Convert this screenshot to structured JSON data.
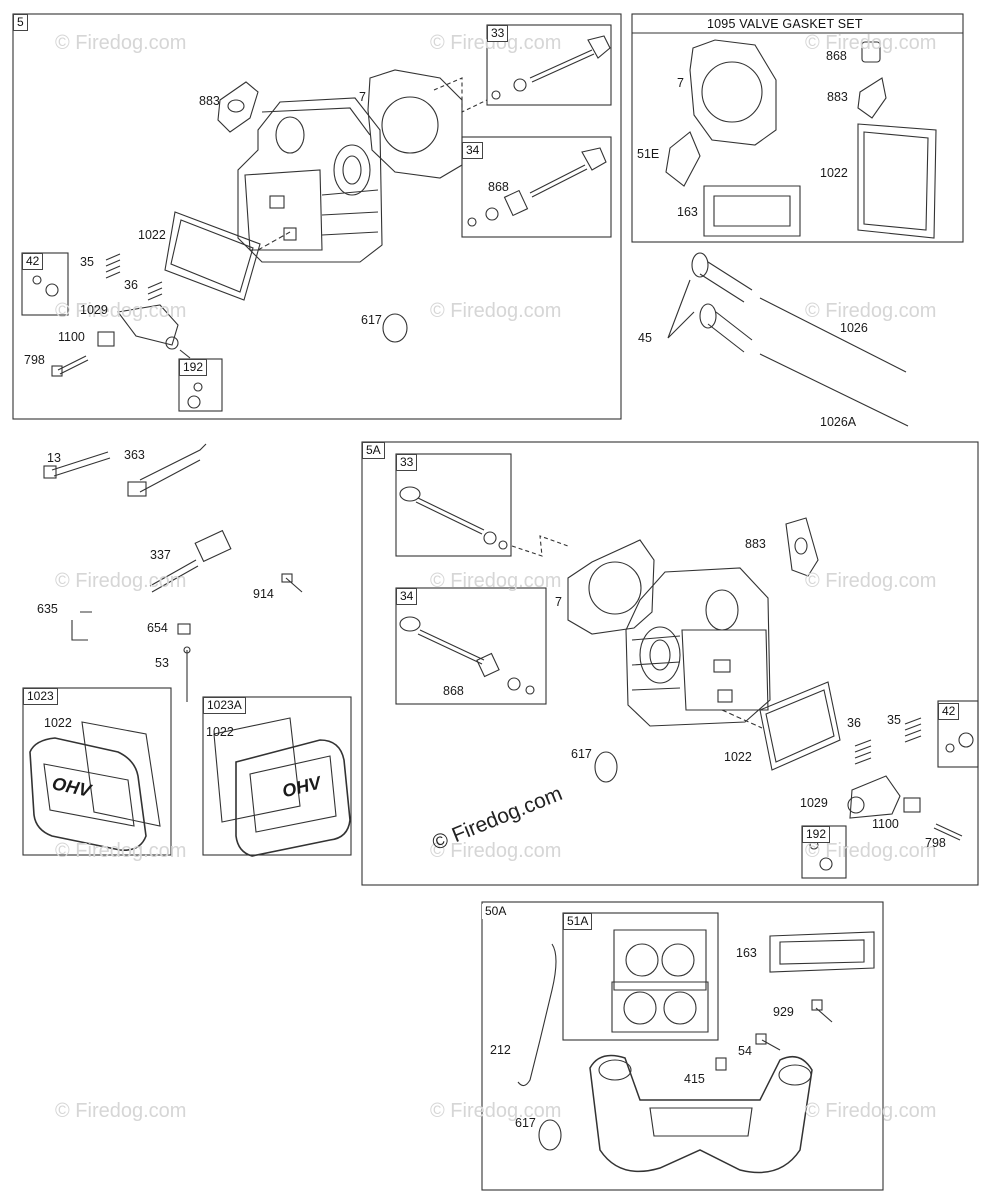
{
  "watermark": "© Firedog.com",
  "copyright": "© Firedog.com",
  "gasket_set_title": "1095 VALVE GASKET SET",
  "panels": {
    "p5": "5",
    "p33a": "33",
    "p34a": "34",
    "p42a": "42",
    "p192a": "192",
    "p5a": "5A",
    "p33b": "33",
    "p34b": "34",
    "p42b": "42",
    "p192b": "192",
    "p1023": "1023",
    "p1023a": "1023A",
    "p50a": "50A",
    "p51a": "51A"
  },
  "labels": {
    "s5_883": "883",
    "s5_7": "7",
    "s5_868": "868",
    "s5_1022": "1022",
    "s5_35": "35",
    "s5_36": "36",
    "s5_1029": "1029",
    "s5_1100": "1100",
    "s5_798": "798",
    "s5_617": "617",
    "gs_7": "7",
    "gs_868": "868",
    "gs_883": "883",
    "gs_51e": "51E",
    "gs_1022": "1022",
    "gs_163": "163",
    "p45": "45",
    "p1026": "1026",
    "p1026a": "1026A",
    "p13": "13",
    "p363": "363",
    "p337": "337",
    "p914": "914",
    "p635": "635",
    "p654": "654",
    "p53": "53",
    "c1023_1022": "1022",
    "c1023a_1022": "1022",
    "a_883": "883",
    "a_7": "7",
    "a_868": "868",
    "a_617": "617",
    "a_1022": "1022",
    "a_36": "36",
    "a_35": "35",
    "a_1029": "1029",
    "a_1100": "1100",
    "a_798": "798",
    "m_163": "163",
    "m_929": "929",
    "m_54": "54",
    "m_212": "212",
    "m_415": "415",
    "m_617": "617"
  },
  "cover_text": "OHV"
}
